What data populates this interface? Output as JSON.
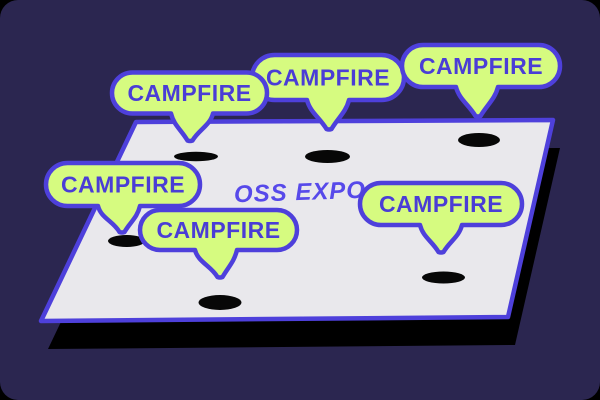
{
  "floor": {
    "label": "OSS EXPO"
  },
  "booths": [
    {
      "label": "CAMPFIRE",
      "position": "top-left"
    },
    {
      "label": "CAMPFIRE",
      "position": "top-middle"
    },
    {
      "label": "CAMPFIRE",
      "position": "top-right"
    },
    {
      "label": "CAMPFIRE",
      "position": "mid-left"
    },
    {
      "label": "CAMPFIRE",
      "position": "bottom-center"
    },
    {
      "label": "CAMPFIRE",
      "position": "mid-right"
    }
  ],
  "colors": {
    "outer_background": "#000000",
    "background": "#2B2650",
    "floor_fill": "#E9E8EC",
    "accent_purple": "#4E40DB",
    "bubble_fill": "#D6FB80",
    "bubble_text": "#4A3DD6",
    "floor_label_text": "#5749EA",
    "spot_black": "#070707",
    "shadow_black": "#000000"
  }
}
